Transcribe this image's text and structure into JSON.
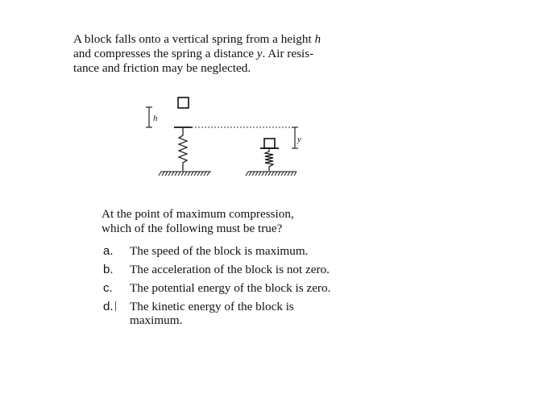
{
  "problem": {
    "intro_lines": [
      "A block falls onto a vertical spring from a height h",
      "and compresses the spring a distance y. Air resis-",
      "tance and friction may be neglected."
    ],
    "question_lines": [
      "At the point of maximum compression,",
      "which of the following must be true?"
    ],
    "choices": [
      {
        "letter": "a.",
        "text": "The speed of the block is maximum."
      },
      {
        "letter": "b.",
        "text": "The acceleration of the block is not zero."
      },
      {
        "letter": "c.",
        "text": "The potential energy of the block is zero."
      },
      {
        "letter": "d.",
        "text_lines": [
          "The kinetic energy of the block is",
          "maximum."
        ]
      }
    ]
  },
  "figure": {
    "height_label": "h",
    "compression_label": "y"
  }
}
